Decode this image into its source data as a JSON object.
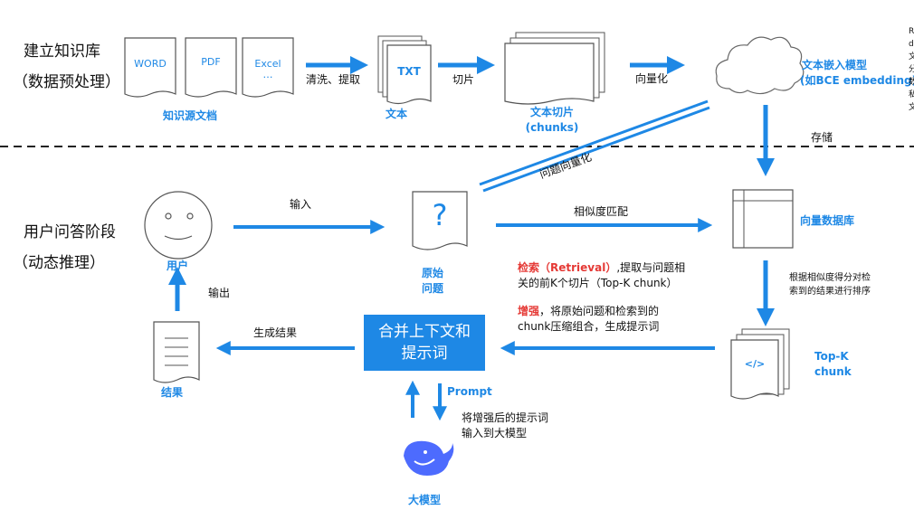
{
  "stage1": {
    "line1": "建立知识库",
    "line2": "（数据预处理）"
  },
  "stage2": {
    "line1": "用户问答阶段",
    "line2": "（动态推理）"
  },
  "docs": {
    "word": "WORD",
    "pdf": "PDF",
    "excel": "Excel",
    "excel_dots": "…",
    "label": "知识源文档"
  },
  "clean_label": "清洗、提取",
  "text_doc": {
    "icon": "TXT",
    "label": "文本"
  },
  "chunk_edge": "切片",
  "chunks": {
    "label1": "文本切片",
    "label2": "(chunks)"
  },
  "vectorize_edge": "向量化",
  "embed_model": {
    "line1": "文本嵌入模型",
    "line2": "(如BCE embedding)"
  },
  "right_fragment": [
    "R",
    "d",
    "文",
    "分",
    "数",
    "私",
    "文"
  ],
  "store_edge": "存储",
  "question_vectorize_edge": "问题向量化",
  "input_edge": "输入",
  "question": {
    "icon": "?",
    "line1": "原始",
    "line2": "问题"
  },
  "similarity_edge": "相似度匹配",
  "vector_db": {
    "label": "向量数据库"
  },
  "user": {
    "label": "用户"
  },
  "output_edge": "输出",
  "rerank_note": {
    "line1": "根据相似度得分对检",
    "line2": "索到的结果进行排序"
  },
  "retrieval_note": {
    "keyword": "检索（Retrieval）",
    "rest1": ",提取与问题相",
    "line2": "关的前K个切片（Top-K  chunk）"
  },
  "augment_note": {
    "keyword": "增强",
    "rest1": "，将原始问题和检索到的",
    "line2": "chunk压缩组合，生成提示词"
  },
  "topk": {
    "icon": "</>",
    "line1": "Top-K",
    "line2": "chunk"
  },
  "merge_box": {
    "line1": "合并上下文和",
    "line2": "提示词"
  },
  "result_edge": "生成结果",
  "result": {
    "label": "结果"
  },
  "prompt_edge": "Prompt",
  "llm_note": {
    "line1": "将增强后的提示词",
    "line2": "输入到大模型"
  },
  "llm": {
    "label": "大模型"
  },
  "colors": {
    "accent": "#1e88e5",
    "highlight": "#e53935",
    "deepseek": "#4d6bfe"
  }
}
